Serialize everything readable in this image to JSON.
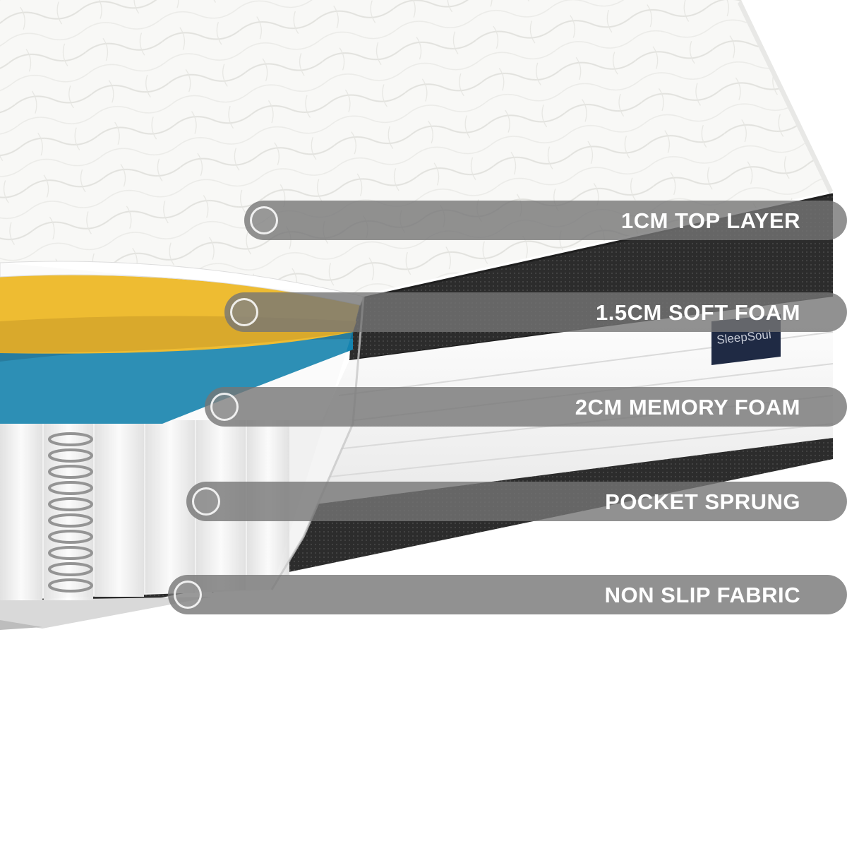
{
  "layers": [
    {
      "label": "1CM TOP LAYER",
      "color": "#ffffff"
    },
    {
      "label": "1.5CM SOFT FOAM",
      "color": "#f0b81c"
    },
    {
      "label": "2CM MEMORY FOAM",
      "color": "#1787b4"
    },
    {
      "label": "POCKET SPRUNG",
      "color": "#f4f4f4"
    },
    {
      "label": "NON SLIP FABRIC",
      "color": "#3a3a3a"
    }
  ],
  "brand_tag": "SleepSoul",
  "colors": {
    "label_bar": "#767676",
    "border_fabric": "#2f2f2f",
    "quilt_surface": "#f7f7f5"
  }
}
